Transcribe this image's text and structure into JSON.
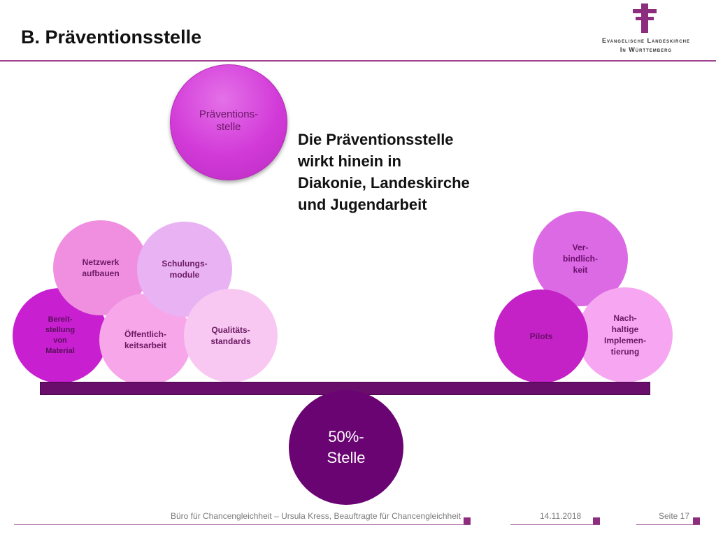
{
  "slide": {
    "title": "B. Präventionsstelle",
    "org_line1": "Evangelische Landeskirche",
    "org_line2": "In Württemberg",
    "main_circle": "Präventions-\nstelle",
    "headline": "Die Präventionsstelle\nwirkt hinein in\nDiakonie, Landeskirche\nund Jugendarbeit",
    "stelle": "50%-\nStelle",
    "left_circles": {
      "bereitstellung": "Bereit-\nstellung\nvon\nMaterial",
      "netzwerk": "Netzwerk\naufbauen",
      "oeffentlichkeit": "Öffentlich-\nkeitsarbeit",
      "schulung": "Schulungs-\nmodule",
      "qualitaet": "Qualitäts-\nstandards"
    },
    "right_circles": {
      "verbindlichkeit": "Ver-\nbindlich-\nkeit",
      "nachhaltig": "Nach-\nhaltige\nImplemen-\ntierung",
      "pilots": "Pilots"
    }
  },
  "footer": {
    "credit": "Büro für Chancengleichheit –  Ursula Kress, Beauftragte für Chancengleichheit",
    "date": "14.11.2018",
    "page": "Seite 17"
  },
  "colors": {
    "accent": "#8d2d7e",
    "beam": "#6a0e6c",
    "stelle": "#6a0472",
    "main_circle": "#d23ad8"
  }
}
